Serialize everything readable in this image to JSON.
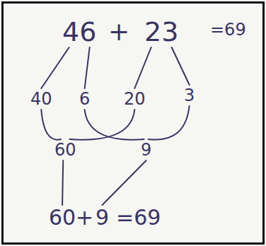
{
  "diagram": {
    "nodes": [
      {
        "text": [
          "46"
        ]
      },
      {
        "text": [
          "23"
        ]
      },
      {
        "text": [
          "40"
        ]
      },
      {
        "text": [
          "6"
        ]
      },
      {
        "text": [
          "20"
        ]
      },
      {
        "text": [
          "3"
        ]
      },
      {
        "text": [
          "60"
        ]
      },
      {
        "text": [
          "9"
        ]
      },
      {
        "text": [
          "60"
        ]
      },
      {
        "text": [
          "9"
        ]
      }
    ],
    "edges": [
      {
        "from": 0,
        "to": 2,
        "arrow": "none"
      },
      {
        "from": 0,
        "to": 3,
        "arrow": "none"
      },
      {
        "from": 1,
        "to": 4,
        "arrow": "none"
      },
      {
        "from": 1,
        "to": 5,
        "arrow": "none"
      },
      {
        "from": 2,
        "to": 6,
        "arrow": "none"
      },
      {
        "from": 4,
        "to": 6,
        "arrow": "none"
      },
      {
        "from": 3,
        "to": 7,
        "arrow": "none"
      },
      {
        "from": 5,
        "to": 7,
        "arrow": "none"
      },
      {
        "from": 6,
        "to": 8,
        "arrow": "none"
      },
      {
        "from": 7,
        "to": 9,
        "arrow": "none"
      }
    ],
    "labels": [
      "+",
      "=69",
      "+",
      "=69"
    ]
  }
}
